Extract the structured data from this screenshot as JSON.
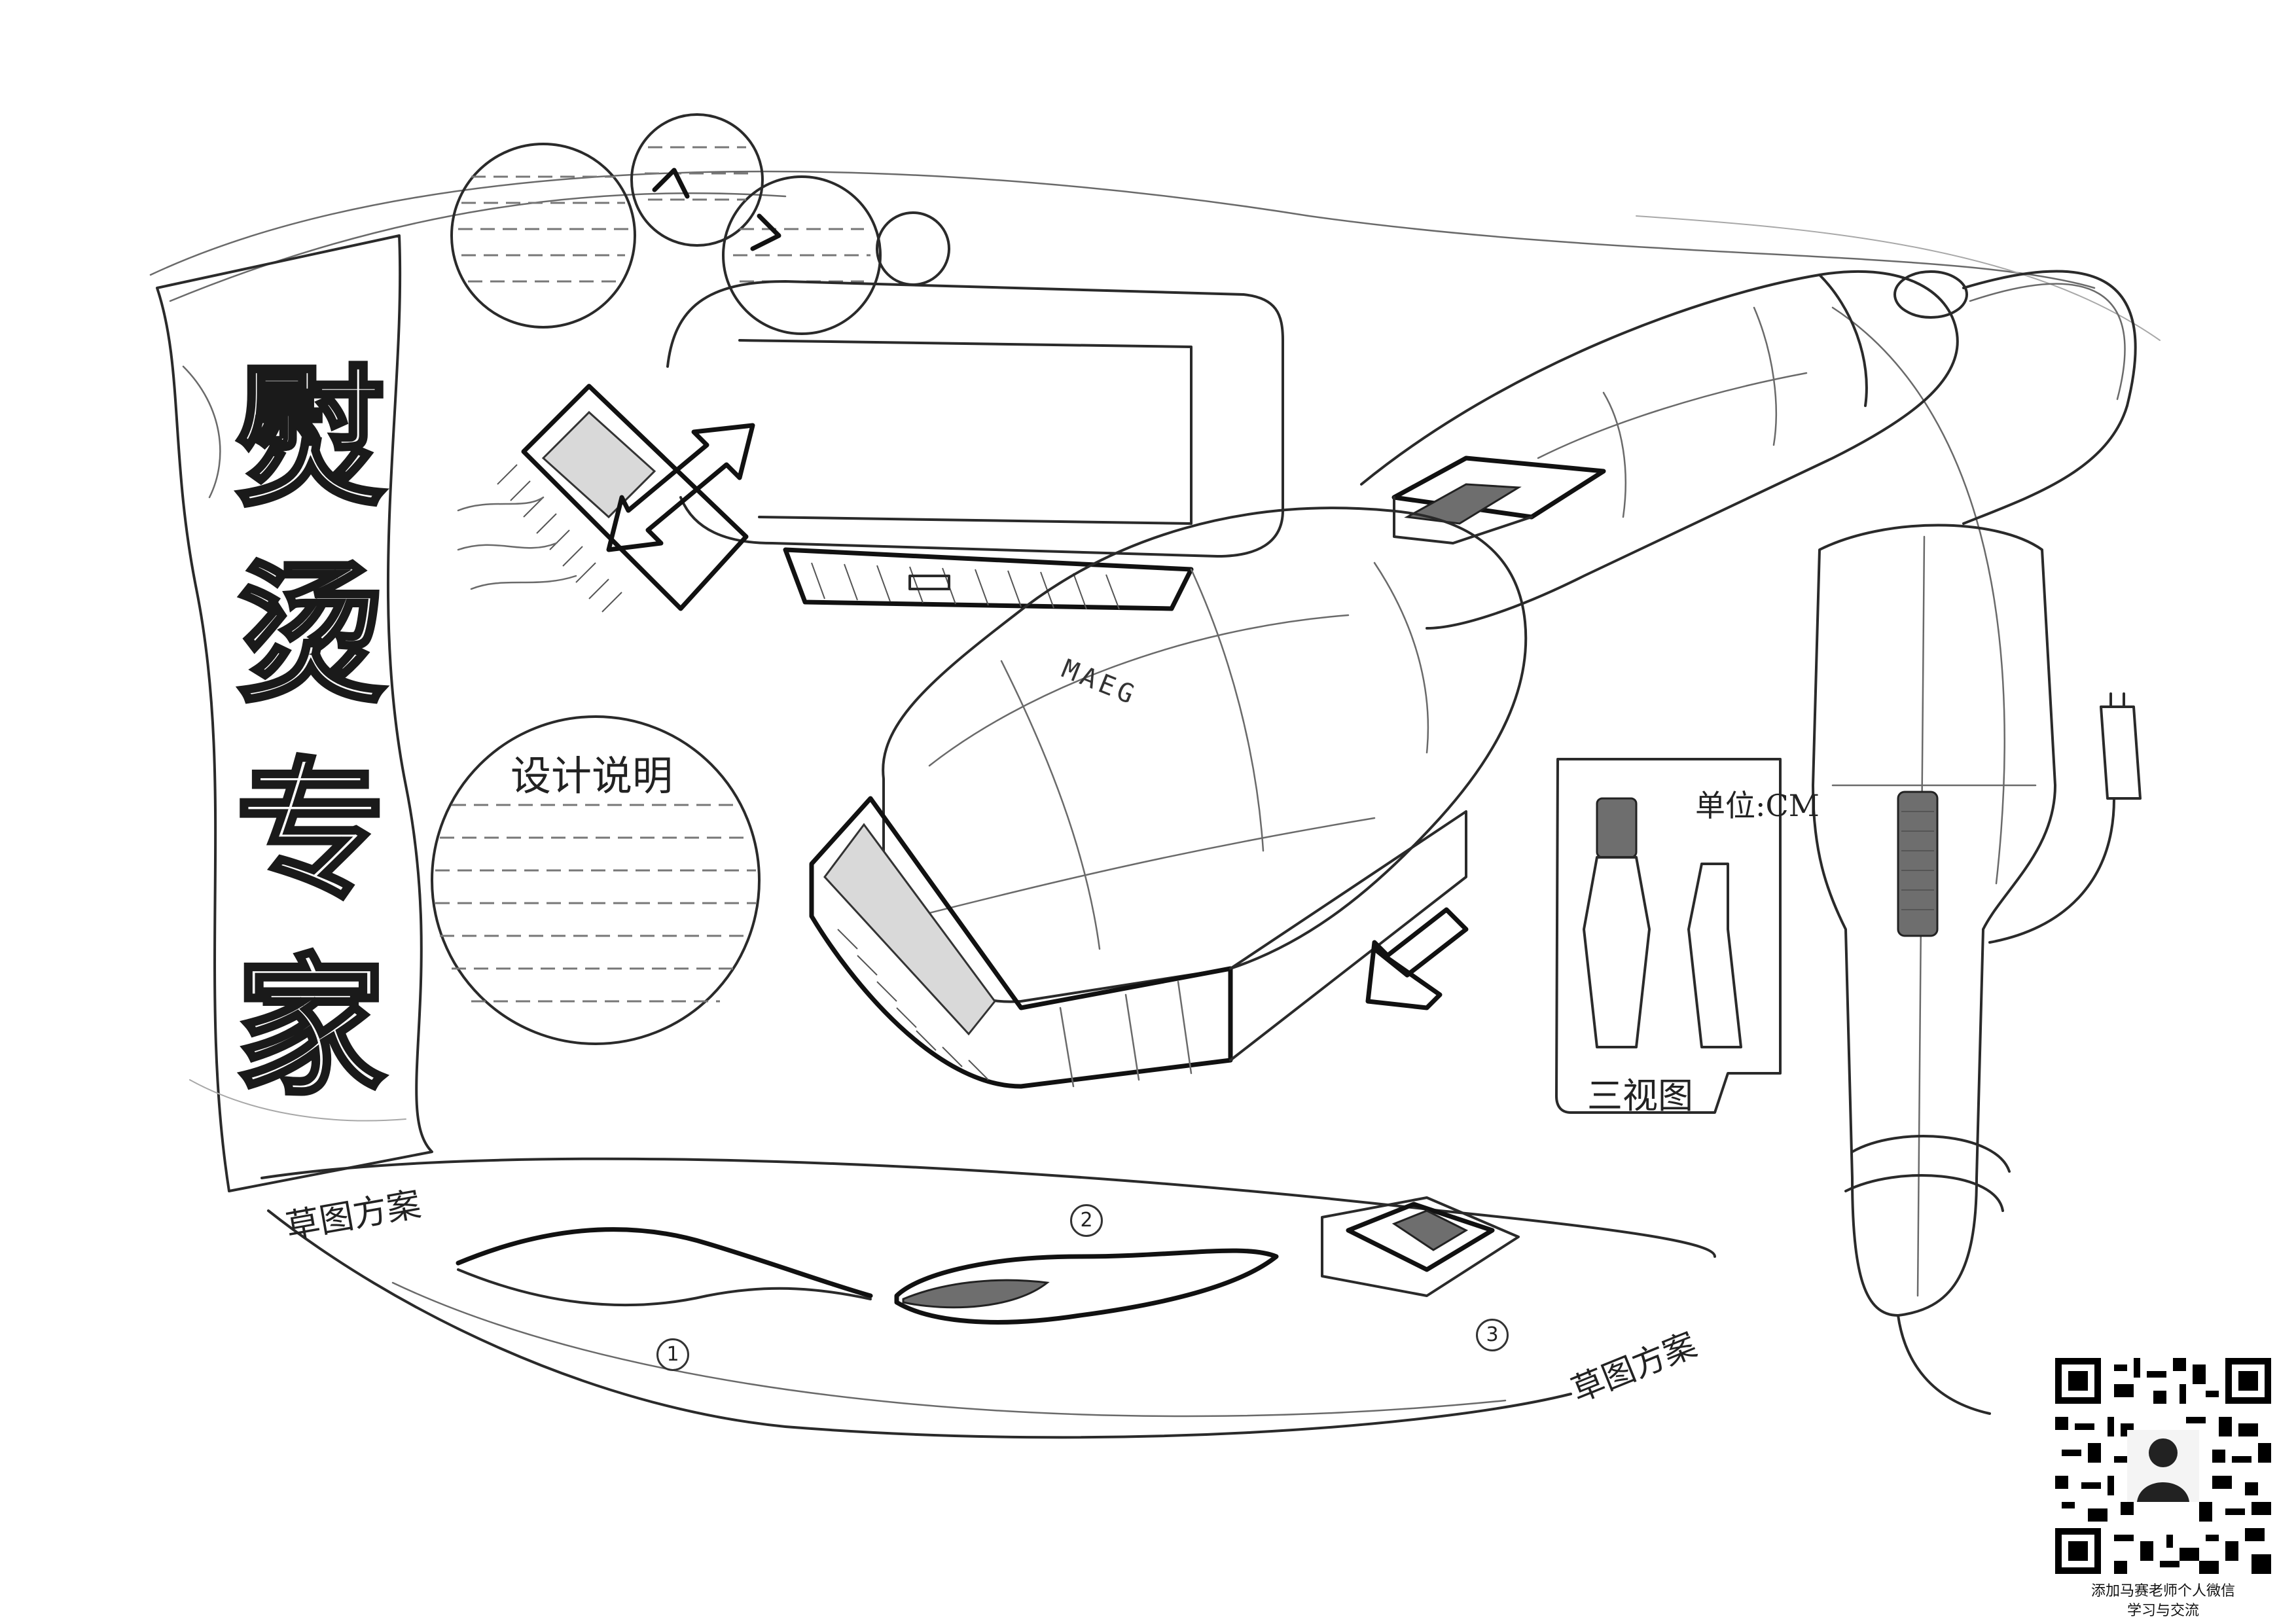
{
  "sheet": {
    "title_characters": [
      "熨",
      "烫",
      "专",
      "家"
    ],
    "design_description_label": "设计说明",
    "three_view_label": "三视图",
    "unit_label": "单位:CM",
    "sketch_plan_label": "草图方案",
    "sketch_description_label": "草图方案",
    "brand_mark": "MAEG",
    "option_numbers": [
      "①",
      "②",
      "③"
    ]
  },
  "qr": {
    "caption_line1": "添加马赛老师个人微信",
    "caption_line2": "学习与交流"
  },
  "colors": {
    "paper": "#ffffff",
    "pencil": "#2a2a2a"
  }
}
